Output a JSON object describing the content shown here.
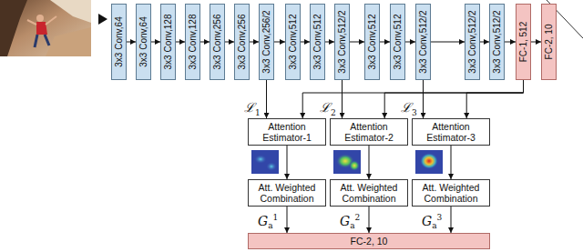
{
  "diagram": {
    "nodes": [
      {
        "text": [
          "3x3 Conv,64"
        ]
      },
      {
        "text": [
          "3x3 Conv,64"
        ]
      },
      {
        "text": [
          "3x3 Conv,128"
        ]
      },
      {
        "text": [
          "3x3 Conv,128"
        ]
      },
      {
        "text": [
          "3x3 Conv,256"
        ]
      },
      {
        "text": [
          "3x3 Conv,256"
        ]
      },
      {
        "text": [
          "3x3 Conv,256/2"
        ]
      },
      {
        "text": [
          "3x3 Conv,512"
        ]
      },
      {
        "text": [
          "3x3 Conv,512"
        ]
      },
      {
        "text": [
          "3x3 Conv,512/2"
        ]
      },
      {
        "text": [
          "3x3 Conv,512"
        ]
      },
      {
        "text": [
          "3x3 Conv,512"
        ]
      },
      {
        "text": [
          "3x3 Conv,512/2"
        ]
      },
      {
        "text": [
          "3x3 Conv,512/2"
        ]
      },
      {
        "text": [
          "3x3 Conv,512/2"
        ]
      },
      {
        "text": [
          "FC-1, 512"
        ]
      },
      {
        "text": [
          "FC-2, 10"
        ]
      },
      {
        "text": [
          "Attention Estimator-1"
        ]
      },
      {
        "text": [
          "Attention Estimator-2"
        ]
      },
      {
        "text": [
          "Attention Estimator-3"
        ]
      },
      {
        "text": [
          "Att. Weighted Combination"
        ]
      },
      {
        "text": [
          "Att. Weighted Combination"
        ]
      },
      {
        "text": [
          "Att. Weighted Combination"
        ]
      },
      {
        "text": [
          "FC-2, 10"
        ]
      }
    ],
    "edges": [
      {
        "from": 0,
        "to": 1,
        "arrow": "to"
      },
      {
        "from": 1,
        "to": 2,
        "arrow": "to"
      },
      {
        "from": 2,
        "to": 3,
        "arrow": "to"
      },
      {
        "from": 3,
        "to": 4,
        "arrow": "to"
      },
      {
        "from": 4,
        "to": 5,
        "arrow": "to"
      },
      {
        "from": 5,
        "to": 6,
        "arrow": "to"
      },
      {
        "from": 6,
        "to": 7,
        "arrow": "to"
      },
      {
        "from": 7,
        "to": 8,
        "arrow": "to"
      },
      {
        "from": 8,
        "to": 9,
        "arrow": "to"
      },
      {
        "from": 9,
        "to": 10,
        "arrow": "to"
      },
      {
        "from": 10,
        "to": 11,
        "arrow": "to"
      },
      {
        "from": 11,
        "to": 12,
        "arrow": "to"
      },
      {
        "from": 12,
        "to": 13,
        "arrow": "to"
      },
      {
        "from": 13,
        "to": 14,
        "arrow": "to"
      },
      {
        "from": 14,
        "to": 15,
        "arrow": "to"
      },
      {
        "from": 15,
        "to": 16,
        "arrow": "to"
      },
      {
        "from": 6,
        "to": 17,
        "arrow": "to"
      },
      {
        "from": 9,
        "to": 18,
        "arrow": "to"
      },
      {
        "from": 12,
        "to": 19,
        "arrow": "to"
      },
      {
        "from": 15,
        "to": 17,
        "arrow": "to"
      },
      {
        "from": 15,
        "to": 18,
        "arrow": "to"
      },
      {
        "from": 15,
        "to": 19,
        "arrow": "to"
      },
      {
        "from": 17,
        "to": 20,
        "arrow": "to"
      },
      {
        "from": 18,
        "to": 21,
        "arrow": "to"
      },
      {
        "from": 19,
        "to": 22,
        "arrow": "to"
      },
      {
        "from": 20,
        "to": 23,
        "arrow": "to"
      },
      {
        "from": 21,
        "to": 23,
        "arrow": "to"
      },
      {
        "from": 22,
        "to": 23,
        "arrow": "to"
      }
    ],
    "labels": [
      "ℒ1",
      "ℒ2",
      "ℒ3",
      "Ga1",
      "Ga2",
      "Ga3"
    ]
  }
}
